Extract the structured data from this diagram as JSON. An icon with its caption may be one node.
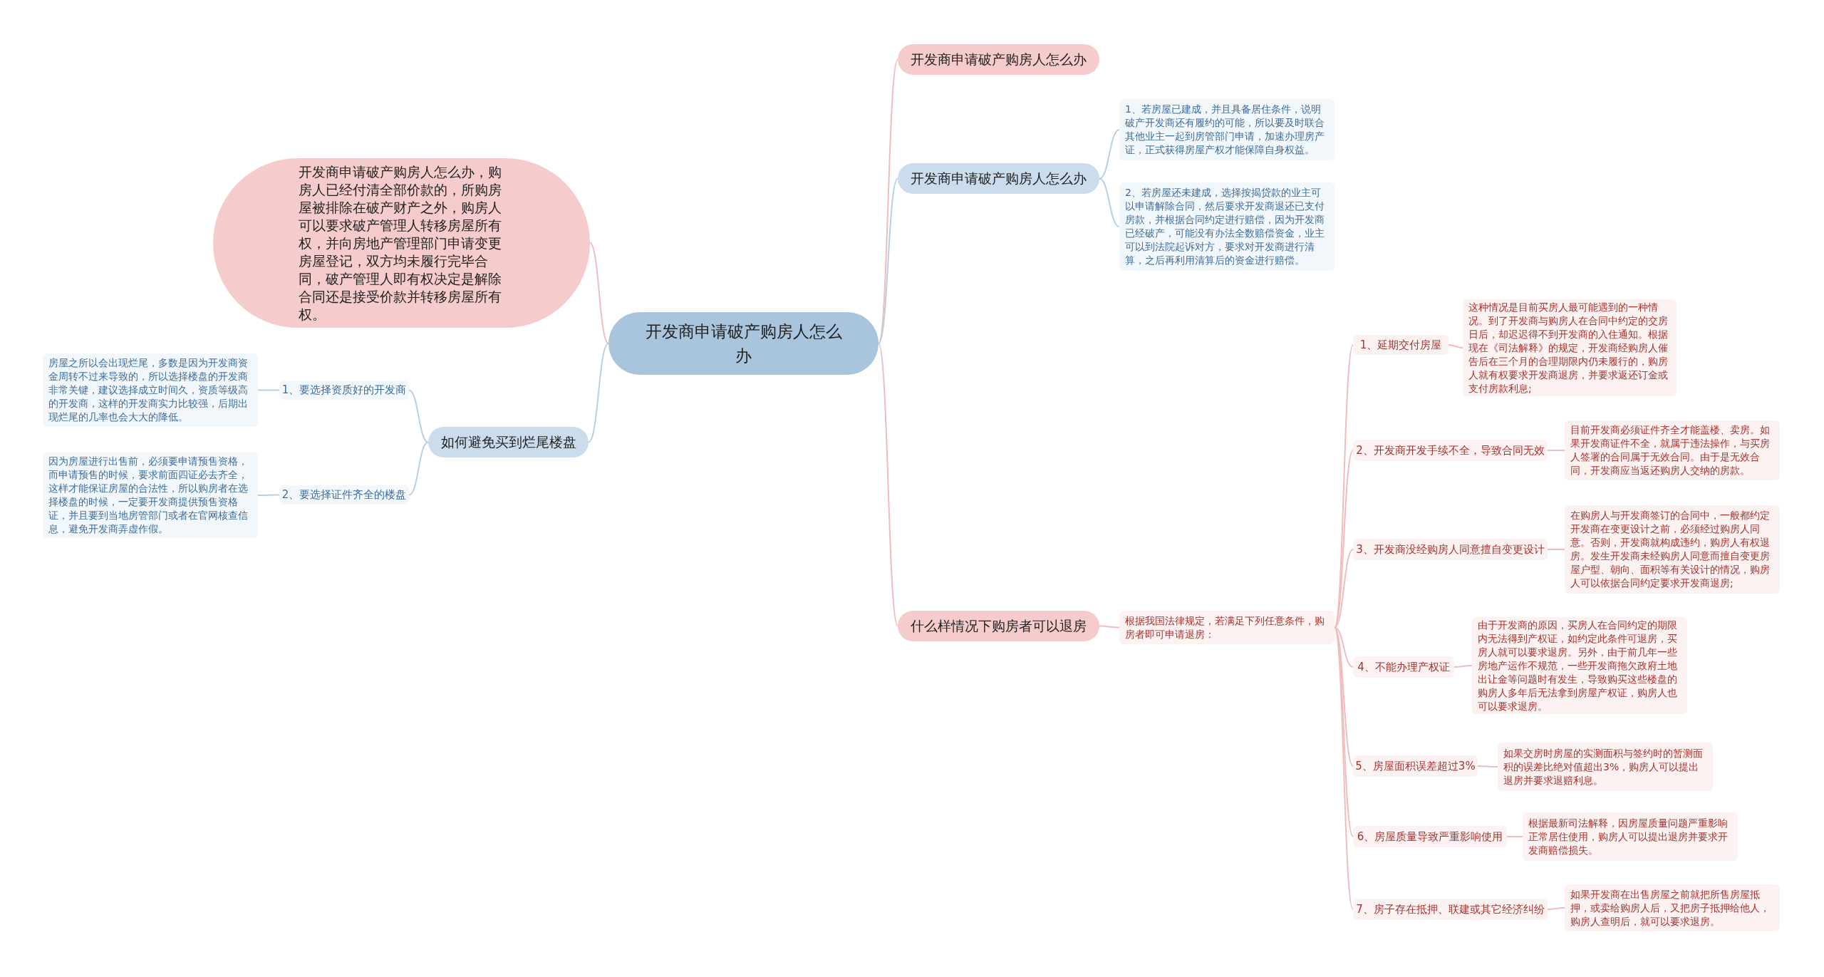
{
  "diagram": {
    "nodes": [
      {
        "text": [
          "开发商申请破产购房人怎么办"
        ]
      },
      {
        "text": [
          "开发商申请破产购房人怎么办"
        ]
      },
      {
        "text": [
          "开发商申请破产购房人怎么办"
        ]
      },
      {
        "text": [
          "1、若房屋已建成，并且具备居住条件，说明破产开发商还有履约的可能，所以要及时联合其他业主一起到房管部门申请，加速办理房产证，正式获得房屋产权才能保障自身权益。"
        ]
      },
      {
        "text": [
          "2、若房屋还未建成，选择按揭贷款的业主可以申请解除合同，然后要求开发商退还已支付房款，并根据合同约定进行赔偿，因为开发商已经破产，可能没有办法全数赔偿资金，业主可以到法院起诉对方，要求对开发商进行清算，之后再利用清算后的资金进行赔偿。"
        ]
      },
      {
        "text": [
          "开发商申请破产购房人怎么办，购房人已经付清全部价款的，所购房屋被排除在破产财产之外，购房人可以要求破产管理人转移房屋所有权，并向房地产管理部门申请变更房屋登记，双方均未履行完毕合同，破产管理人即有权决定是解除合同还是接受价款并转移房屋所有权。"
        ]
      },
      {
        "text": [
          "如何避免买到烂尾楼盘"
        ]
      },
      {
        "text": [
          "1、要选择资质好的开发商"
        ]
      },
      {
        "text": [
          "房屋之所以会出现烂尾，多数是因为开发商资金周转不过来导致的，所以选择楼盘的开发商非常关键，建议选择成立时间久，资质等级高的开发商，这样的开发商实力比较强，后期出现烂尾的几率也会大大的降低。"
        ]
      },
      {
        "text": [
          "2、要选择证件齐全的楼盘"
        ]
      },
      {
        "text": [
          "因为房屋进行出售前，必须要申请预售资格，而申请预售的时候，要求前面四证必去齐全，这样才能保证房屋的合法性，所以购房者在选择楼盘的时候，一定要开发商提供预售资格证，并且要到当地房管部门或者在官网核查信息，避免开发商弄虚作假。"
        ]
      },
      {
        "text": [
          "什么样情况下购房者可以退房"
        ]
      },
      {
        "text": [
          "根据我国法律规定，若满足下列任意条件，购房者即可申请退房："
        ]
      },
      {
        "text": [
          "1、延期交付房屋"
        ]
      },
      {
        "text": [
          "这种情况是目前买房人最可能遇到的一种情况。到了开发商与购房人在合同中约定的交房日后，却迟迟得不到开发商的入住通知。根据现在《司法解释》的规定，开发商经购房人催告后在三个月的合理期限内仍未履行的，购房人就有权要求开发商退房，并要求返还订金或支付房款利息;"
        ]
      },
      {
        "text": [
          "2、开发商开发手续不全，导致合同无效"
        ]
      },
      {
        "text": [
          "目前开发商必须证件齐全才能盖楼、卖房。如果开发商证件不全，就属于违法操作，与买房人签署的合同属于无效合同。由于是无效合同，开发商应当返还购房人交纳的房款。"
        ]
      },
      {
        "text": [
          "3、开发商没经购房人同意擅自变更设计"
        ]
      },
      {
        "text": [
          "在购房人与开发商签订的合同中，一般都约定开发商在变更设计之前，必须经过购房人同意。否则，开发商就构成违约，购房人有权退房。发生开发商未经购房人同意而擅自变更房屋户型、朝向、面积等有关设计的情况，购房人可以依据合同约定要求开发商退房;"
        ]
      },
      {
        "text": [
          "4、不能办理产权证"
        ]
      },
      {
        "text": [
          "由于开发商的原因，买房人在合同约定的期限内无法得到产权证，如约定此条件可退房，买房人就可以要求退房。另外，由于前几年一些房地产运作不规范，一些开发商拖欠政府土地出让金等问题时有发生，导致购买这些楼盘的购房人多年后无法拿到房屋产权证，购房人也可以要求退房。"
        ]
      },
      {
        "text": [
          "5、房屋面积误差超过3%"
        ]
      },
      {
        "text": [
          "如果交房时房屋的实测面积与签约时的暂测面积的误差比绝对值超出3%，购房人可以提出退房并要求退赔利息。"
        ]
      },
      {
        "text": [
          "6、房屋质量导致严重影响使用"
        ]
      },
      {
        "text": [
          "根据最新司法解释，因房屋质量问题严重影响正常居住使用，购房人可以提出退房并要求开发商赔偿损失。"
        ]
      },
      {
        "text": [
          "7、房子存在抵押、联建或其它经济纠纷"
        ]
      },
      {
        "text": [
          "如果开发商在出售房屋之前就把所售房屋抵押，或卖给购房人后，又把房子抵押给他人，购房人查明后，就可以要求退房。"
        ]
      }
    ],
    "edges": [
      {
        "from": 0,
        "to": 1,
        "arrow": "none"
      },
      {
        "from": 0,
        "to": 2,
        "arrow": "none"
      },
      {
        "from": 2,
        "to": 3,
        "arrow": "none"
      },
      {
        "from": 2,
        "to": 4,
        "arrow": "none"
      },
      {
        "from": 0,
        "to": 5,
        "arrow": "none"
      },
      {
        "from": 0,
        "to": 6,
        "arrow": "none"
      },
      {
        "from": 6,
        "to": 7,
        "arrow": "none"
      },
      {
        "from": 7,
        "to": 8,
        "arrow": "none"
      },
      {
        "from": 6,
        "to": 9,
        "arrow": "none"
      },
      {
        "from": 9,
        "to": 10,
        "arrow": "none"
      },
      {
        "from": 0,
        "to": 11,
        "arrow": "none"
      },
      {
        "from": 11,
        "to": 12,
        "arrow": "none"
      },
      {
        "from": 12,
        "to": 13,
        "arrow": "none"
      },
      {
        "from": 13,
        "to": 14,
        "arrow": "none"
      },
      {
        "from": 12,
        "to": 15,
        "arrow": "none"
      },
      {
        "from": 15,
        "to": 16,
        "arrow": "none"
      },
      {
        "from": 12,
        "to": 17,
        "arrow": "none"
      },
      {
        "from": 17,
        "to": 18,
        "arrow": "none"
      },
      {
        "from": 12,
        "to": 19,
        "arrow": "none"
      },
      {
        "from": 19,
        "to": 20,
        "arrow": "none"
      },
      {
        "from": 12,
        "to": 21,
        "arrow": "none"
      },
      {
        "from": 21,
        "to": 22,
        "arrow": "none"
      },
      {
        "from": 12,
        "to": 23,
        "arrow": "none"
      },
      {
        "from": 23,
        "to": 24,
        "arrow": "none"
      },
      {
        "from": 12,
        "to": 25,
        "arrow": "none"
      },
      {
        "from": 25,
        "to": 26,
        "arrow": "none"
      }
    ]
  }
}
